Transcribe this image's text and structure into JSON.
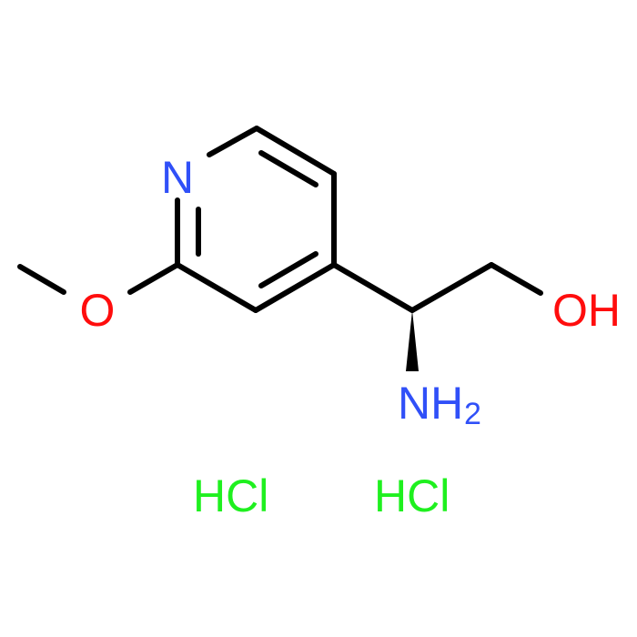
{
  "molecule": {
    "atoms": {
      "nitrogen_ring": "N",
      "oxygen_methoxy": "O",
      "hydroxyl": "OH",
      "amine": "NH",
      "amine_subscript": "2"
    },
    "counterions": [
      "HCl",
      "HCl"
    ]
  },
  "colors": {
    "bond": "#000000",
    "nitrogen": "#3050F8",
    "oxygen": "#FF0D0D",
    "chlorine": "#1FF01F"
  }
}
